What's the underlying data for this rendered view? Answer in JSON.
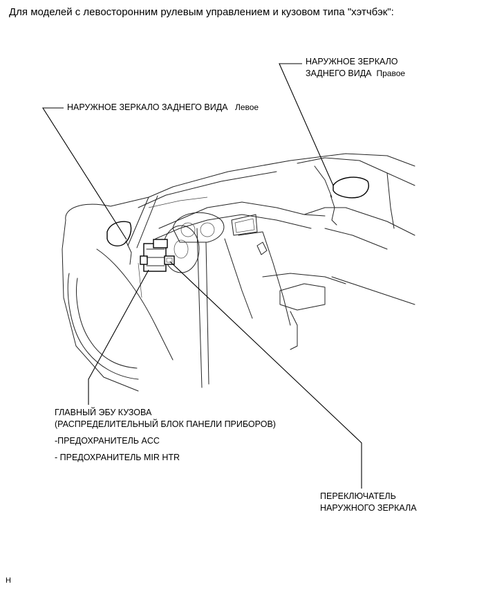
{
  "header": {
    "title": "Для моделей с левосторонним рулевым управлением и кузовом типа \"хэтчбэк\":"
  },
  "labels": {
    "mirror_right": {
      "line1": "НАРУЖНОЕ ЗЕРКАЛО",
      "line2": "ЗАДНЕГО ВИДА",
      "suffix": "Правое"
    },
    "mirror_left": {
      "text": "НАРУЖНОЕ ЗЕРКАЛО ЗАДНЕГО ВИДА",
      "suffix": "Левое"
    },
    "ecu": {
      "line1": "ГЛАВНЫЙ ЭБУ КУЗОВА",
      "line2": "(РАСПРЕДЕЛИТЕЛЬНЫЙ БЛОК ПАНЕЛИ ПРИБОРОВ)",
      "fuse1": "-ПРЕДОХРАНИТЕЛЬ ACC",
      "fuse2": "- ПРЕДОХРАНИТЕЛЬ MIR HTR"
    },
    "switch": {
      "line1": "ПЕРЕКЛЮЧАТЕЛЬ",
      "line2": "НАРУЖНОГО ЗЕРКАЛА"
    }
  },
  "footer": {
    "code": "H"
  }
}
